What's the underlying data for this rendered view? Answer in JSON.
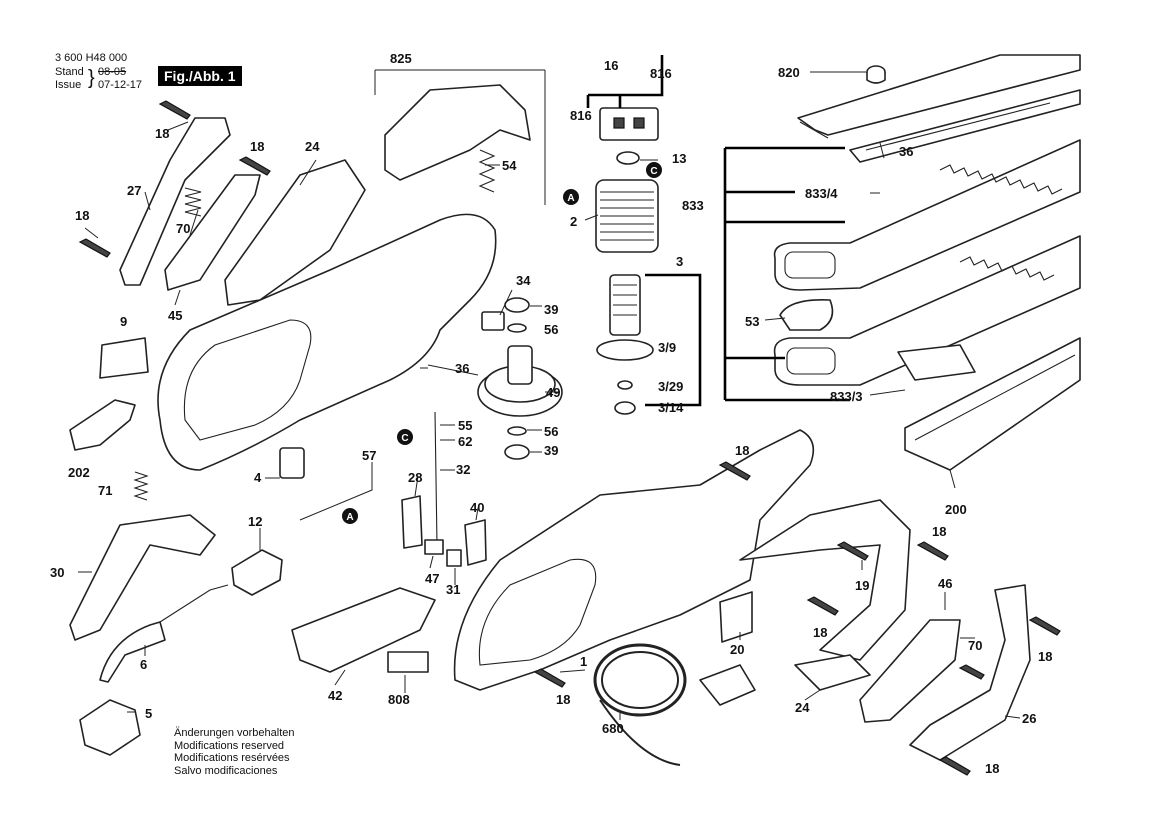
{
  "header": {
    "part_number": "3 600 H48 000",
    "stand_label": "Stand",
    "stand_date": "08-05",
    "issue_label": "Issue",
    "issue_date": "07-12-17",
    "figure_label": "Fig./Abb. 1"
  },
  "notes": [
    "Änderungen vorbehalten",
    "Modifications reserved",
    "Modifications resérvées",
    "Salvo modificaciones"
  ],
  "callouts": {
    "p825": "825",
    "p16": "16",
    "p816a": "816",
    "p816b": "816",
    "p820": "820",
    "p18a": "18",
    "p18b": "18",
    "p18c": "18",
    "p18d": "18",
    "p18e": "18",
    "p18f": "18",
    "p18g": "18",
    "p18h": "18",
    "p18i": "18",
    "p24a": "24",
    "p24b": "24",
    "p27": "27",
    "p70a": "70",
    "p70b": "70",
    "p45": "45",
    "p54": "54",
    "p13": "13",
    "p2": "2",
    "p3": "3",
    "p36a": "36",
    "p36b": "36",
    "p833": "833",
    "p833_4": "833/4",
    "p833_3": "833/3",
    "p9": "9",
    "p34": "34",
    "p39a": "39",
    "p39b": "39",
    "p56a": "56",
    "p56b": "56",
    "p3_9": "3/9",
    "p3_29": "3/29",
    "p3_14": "3/14",
    "p49": "49",
    "p53": "53",
    "p55": "55",
    "p62": "62",
    "p202": "202",
    "p57": "57",
    "p32": "32",
    "p28": "28",
    "p4": "4",
    "p71": "71",
    "p12": "12",
    "p40": "40",
    "p47": "47",
    "p31": "31",
    "p30": "30",
    "p200": "200",
    "p19": "19",
    "p46": "46",
    "p20": "20",
    "p6": "6",
    "p42": "42",
    "p808": "808",
    "p1": "1",
    "p680": "680",
    "p26": "26",
    "p5": "5"
  },
  "connectors": {
    "a": "A",
    "c": "C"
  }
}
